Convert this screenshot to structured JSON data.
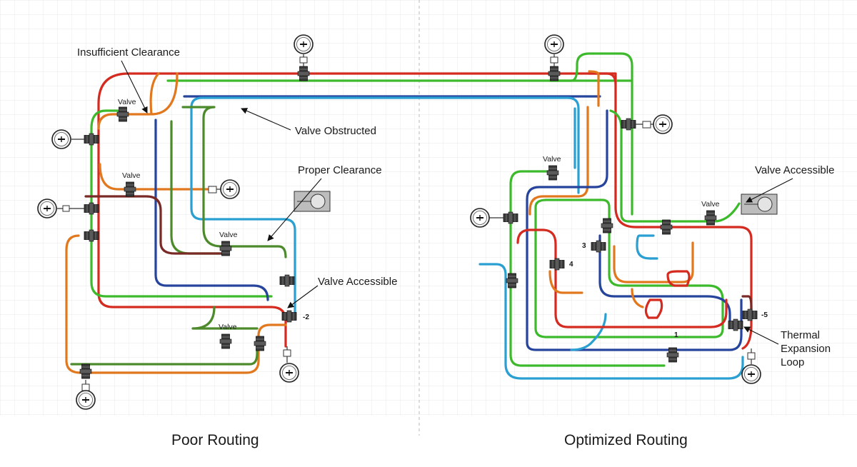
{
  "colors": {
    "red": "#d42a1f",
    "green": "#3dba2c",
    "orange": "#e2781e",
    "blue": "#2a9fd1",
    "darkblue": "#26449c",
    "olive": "#4c8a2c",
    "maroon": "#7a2a26",
    "grid": "#e9e9e9",
    "valve": "#3a3a3a"
  },
  "left_panel": {
    "title": "Poor Routing",
    "annotations": {
      "insufficient_clearance": "Insufficient Clearance",
      "valve_obstructed": "Valve Obstructed",
      "proper_clearance": "Proper Clearance",
      "valve_accessible": "Valve Accessible"
    },
    "valve_labels": [
      "Valve",
      "Valve",
      "Valve",
      "Valve"
    ],
    "numbers": {
      "n2": "-2"
    }
  },
  "right_panel": {
    "title": "Optimized Routing",
    "annotations": {
      "valve_accessible": "Valve Accessible",
      "thermal_line1": "Thermal",
      "thermal_line2": "Expansion",
      "thermal_line3": "Loop"
    },
    "valve_labels": [
      "Valve",
      "Valve"
    ],
    "numbers": {
      "n3": "3",
      "n4": "4",
      "n5": "-5",
      "n1": "1"
    }
  }
}
